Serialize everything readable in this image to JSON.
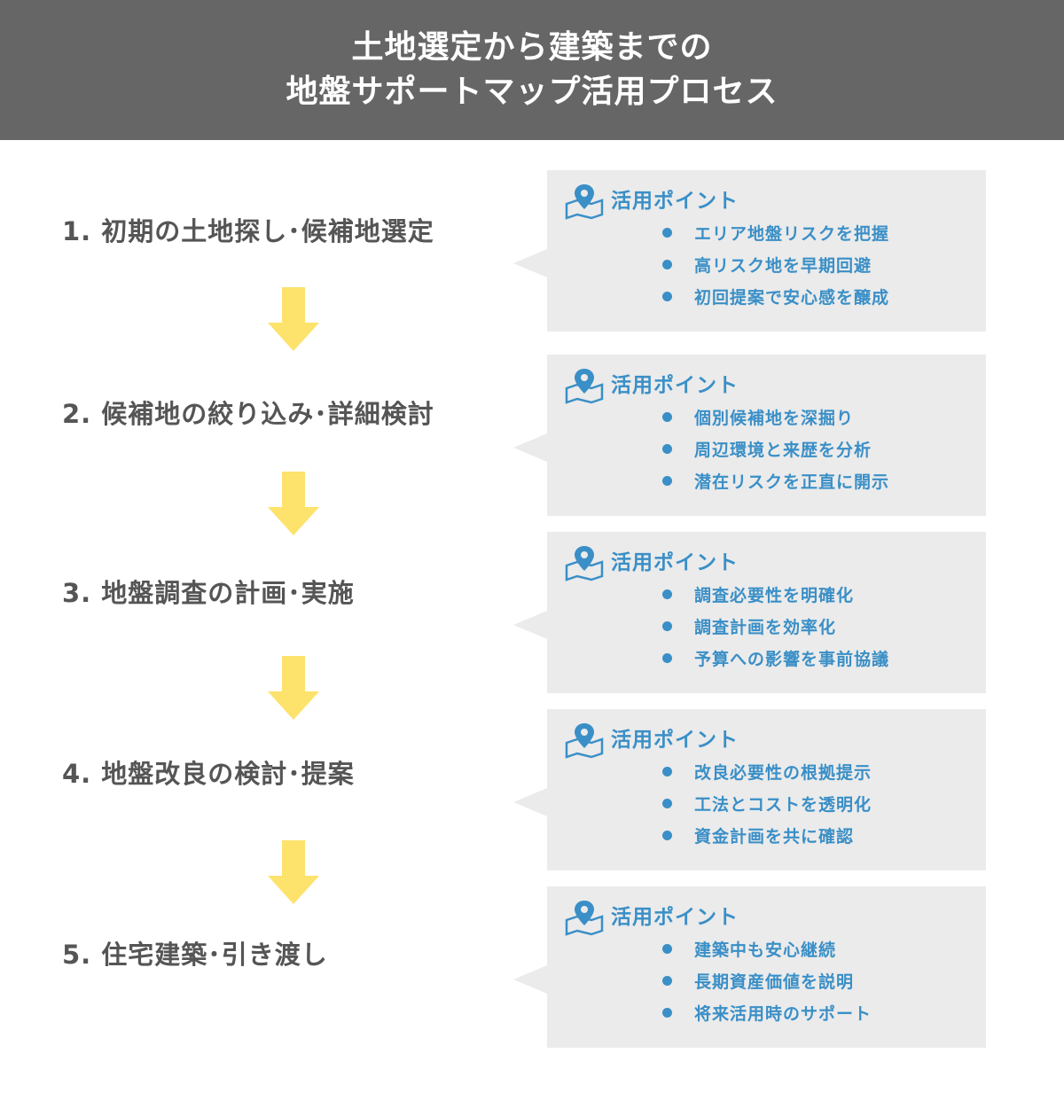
{
  "header": {
    "title_line1": "土地選定から建築までの",
    "title_line2": "地盤サポートマップ活用プロセス"
  },
  "colors": {
    "header_bg": "#666666",
    "accent_blue": "#3a8fc7",
    "arrow_yellow": "#fde26c",
    "card_bg": "#ebebeb",
    "step_text": "#555555"
  },
  "steps": [
    {
      "title": "1. 初期の土地探し･候補地選定",
      "card_label": "活用ポイント",
      "card_icon": "map-pin-icon",
      "points": [
        "エリア地盤リスクを把握",
        "高リスク地を早期回避",
        "初回提案で安心感を醸成"
      ]
    },
    {
      "title": "2. 候補地の絞り込み･詳細検討",
      "card_label": "活用ポイント",
      "card_icon": "map-pin-icon",
      "points": [
        "個別候補地を深掘り",
        "周辺環境と来歴を分析",
        "潜在リスクを正直に開示"
      ]
    },
    {
      "title": "3. 地盤調査の計画･実施",
      "card_label": "活用ポイント",
      "card_icon": "map-pin-icon",
      "points": [
        "調査必要性を明確化",
        "調査計画を効率化",
        "予算への影響を事前協議"
      ]
    },
    {
      "title": "4. 地盤改良の検討･提案",
      "card_label": "活用ポイント",
      "card_icon": "map-pin-icon",
      "points": [
        "改良必要性の根拠提示",
        "工法とコストを透明化",
        "資金計画を共に確認"
      ]
    },
    {
      "title": "5. 住宅建築･引き渡し",
      "card_label": "活用ポイント",
      "card_icon": "map-pin-icon",
      "points": [
        "建築中も安心継続",
        "長期資産価値を説明",
        "将来活用時のサポート"
      ]
    }
  ]
}
